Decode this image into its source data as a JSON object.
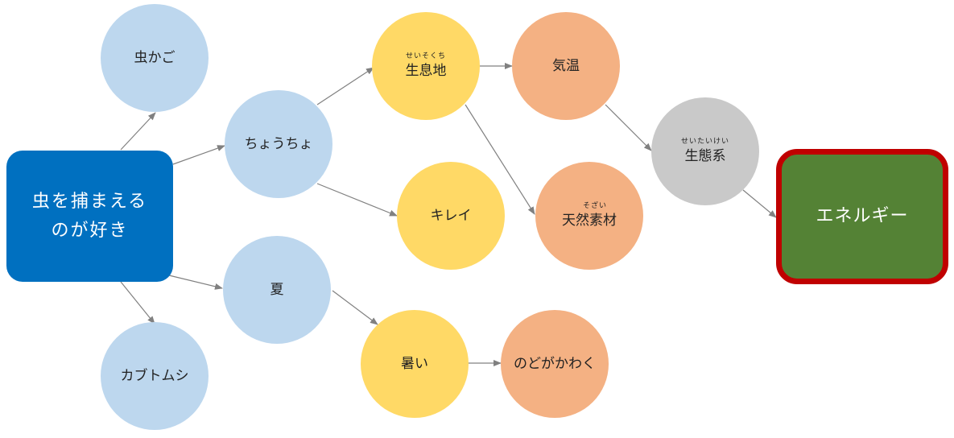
{
  "nodes": {
    "main": {
      "line1": "虫を捕まえる",
      "line2": "のが好き"
    },
    "mushikago": {
      "label": "虫かご"
    },
    "kabutomushi": {
      "label": "カブトムシ"
    },
    "chouchou": {
      "label": "ちょうちょ"
    },
    "natsu": {
      "label": "夏"
    },
    "seisokuchi": {
      "ruby": "せいそくち",
      "label": "生息地"
    },
    "kirei": {
      "label": "キレイ"
    },
    "atsui": {
      "label": "暑い"
    },
    "kion": {
      "label": "気温"
    },
    "tennen_sozai": {
      "ruby": "そざい",
      "label": "天然素材"
    },
    "nodo": {
      "label": "のどがかわく"
    },
    "seitaikei": {
      "ruby": "せいたいけい",
      "label": "生態系"
    },
    "energy": {
      "label": "エネルギー"
    }
  },
  "colors": {
    "main": "#0070c0",
    "level1": "#bdd7ee",
    "level2": "#ffd966",
    "level3": "#f4b183",
    "level4": "#c9c9c9",
    "goal_fill": "#548235",
    "goal_border": "#c00000",
    "arrow": "#808080"
  }
}
